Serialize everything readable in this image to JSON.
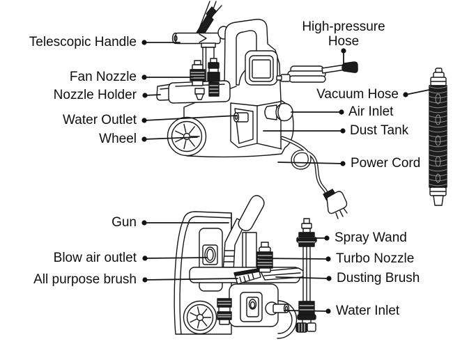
{
  "diagram_type": "parts-callout-diagram",
  "subject": "pressure-washer-vacuum-unit",
  "colors": {
    "line": "#161616",
    "text": "#0e0e0e",
    "dark_part_fill": "#1c1c1c",
    "background": "#ffffff"
  },
  "labels": {
    "telescopic_handle": "Telescopic Handle",
    "fan_nozzle": "Fan Nozzle",
    "nozzle_holder": "Nozzle Holder",
    "water_outlet": "Water Outlet",
    "wheel": "Wheel",
    "high_pressure_hose": {
      "line1": "High-pressure",
      "line2": "Hose"
    },
    "vacuum_hose": "Vacuum Hose",
    "air_inlet": "Air Inlet",
    "dust_tank": "Dust Tank",
    "power_cord": "Power Cord",
    "gun": "Gun",
    "blow_air_outlet": "Blow air outlet",
    "all_purpose_brush": "All purpose brush",
    "spray_wand": "Spray Wand",
    "turbo_nozzle": "Turbo Nozzle",
    "dusting_brush": "Dusting Brush",
    "water_inlet": "Water Inlet"
  }
}
